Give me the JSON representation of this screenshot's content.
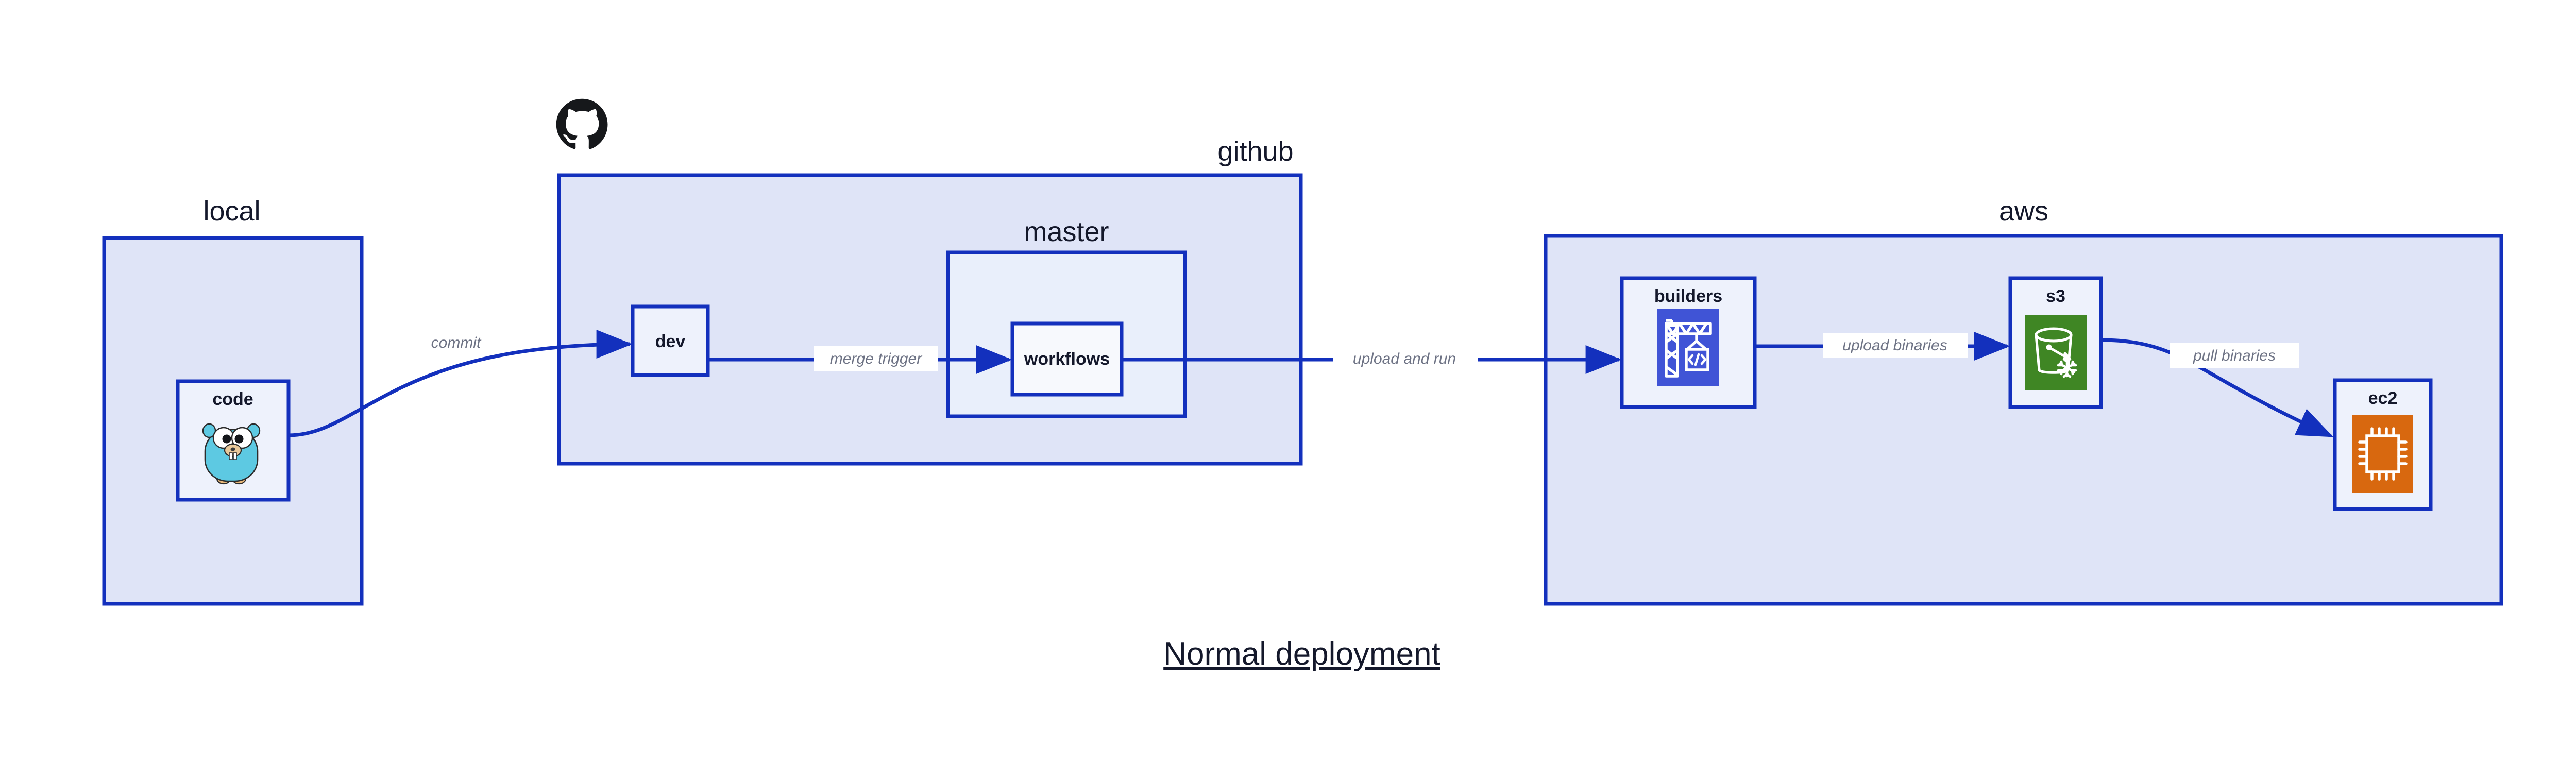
{
  "title": "Normal deployment",
  "colors": {
    "zone_fill": "#dfe4f7",
    "zone_border": "#1330bd",
    "node_fill": "#eef2fc",
    "node_fill_light": "#f7f9fd",
    "label_text": "#14182b",
    "edge_label_text": "#6d7284",
    "gopher_body": "#5dc9e2",
    "codebuild_purple": "#4054d6",
    "s3_green": "#3f8624",
    "ec2_orange": "#d8680f",
    "github_black": "#16181b"
  },
  "zones": [
    {
      "id": "local",
      "label": "local"
    },
    {
      "id": "github",
      "label": "github"
    },
    {
      "id": "master",
      "label": "master"
    },
    {
      "id": "aws",
      "label": "aws"
    }
  ],
  "nodes": [
    {
      "id": "code",
      "label": "code",
      "icon": "go-gopher-icon",
      "zone": "local"
    },
    {
      "id": "dev",
      "label": "dev",
      "icon": null,
      "zone": "github"
    },
    {
      "id": "workflows",
      "label": "workflows",
      "icon": null,
      "zone": "master"
    },
    {
      "id": "builders",
      "label": "builders",
      "icon": "aws-codebuild-icon",
      "zone": "aws"
    },
    {
      "id": "s3",
      "label": "s3",
      "icon": "aws-s3-glacier-icon",
      "zone": "aws"
    },
    {
      "id": "ec2",
      "label": "ec2",
      "icon": "aws-ec2-chip-icon",
      "zone": "aws"
    }
  ],
  "edges": [
    {
      "id": "commit",
      "label": "commit",
      "from": "code",
      "to": "dev"
    },
    {
      "id": "merge-trigger",
      "label": "merge trigger",
      "from": "dev",
      "to": "workflows"
    },
    {
      "id": "upload-and-run",
      "label": "upload and run",
      "from": "workflows",
      "to": "builders"
    },
    {
      "id": "upload-binaries",
      "label": "upload binaries",
      "from": "builders",
      "to": "s3"
    },
    {
      "id": "pull-binaries",
      "label": "pull binaries",
      "from": "s3",
      "to": "ec2"
    }
  ],
  "brand_icons": [
    {
      "id": "github-logo",
      "name": "github-octocat-icon"
    }
  ]
}
